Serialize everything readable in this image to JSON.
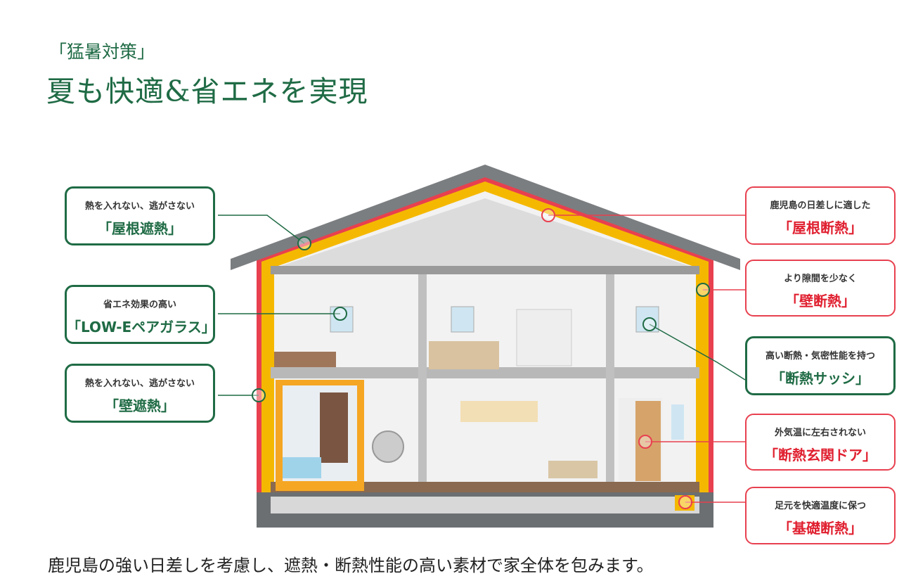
{
  "header": {
    "subtitle": "「猛暑対策」",
    "title": "夏も快適&省エネを実現"
  },
  "callouts_left": [
    {
      "line1": "熱を入れない、逃がさない",
      "line2": "「屋根遮熱」"
    },
    {
      "line1": "省エネ効果の高い",
      "line2": "「LOW-Eペアガラス」"
    },
    {
      "line1": "熱を入れない、逃がさない",
      "line2": "「壁遮熱」"
    }
  ],
  "callouts_right": [
    {
      "line1": "鹿児島の日差しに適した",
      "line2": "「屋根断熱」"
    },
    {
      "line1": "より隙間を少なく",
      "line2": "「壁断熱」"
    },
    {
      "line1": "高い断熱・気密性能を持つ",
      "line2": "「断熱サッシ」"
    },
    {
      "line1": "外気温に左右されない",
      "line2": "「断熱玄関ドア」"
    },
    {
      "line1": "足元を快適温度に保つ",
      "line2": "「基礎断熱」"
    }
  ],
  "caption": "鹿児島の強い日差しを考慮し、遮熱・断熱性能の高い素材で家全体を包みます。",
  "colors": {
    "green": "#1f6b45",
    "red": "#e8404f",
    "insulation": "#f5b800"
  }
}
